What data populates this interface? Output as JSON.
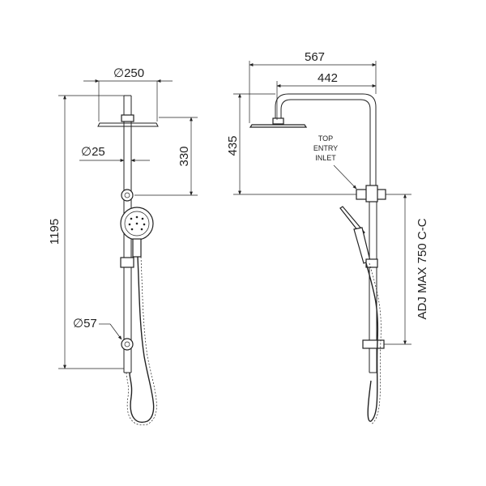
{
  "front_view": {
    "head_diameter": "∅250",
    "rail_diameter": "∅25",
    "bracket_diameter": "∅57",
    "overall_height": "1195",
    "head_drop": "330"
  },
  "side_view": {
    "overall_projection": "567",
    "arm_projection": "442",
    "arm_height": "435",
    "inlet_label_line1": "TOP",
    "inlet_label_line2": "ENTRY",
    "inlet_label_line3": "INLET",
    "adjustment_note": "ADJ MAX 750 C-C"
  },
  "colors": {
    "line": "#222222",
    "background": "#ffffff"
  }
}
